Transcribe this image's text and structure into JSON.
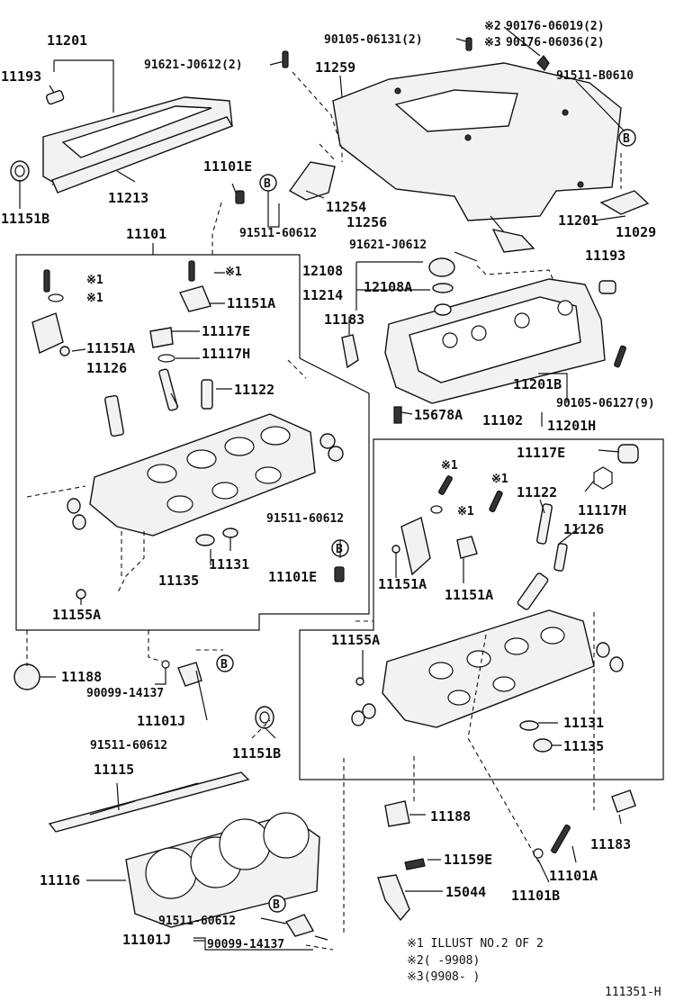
{
  "labels": {
    "p11201_top": "11201",
    "p11193_top": "11193",
    "p11151B_top": "11151B",
    "p11213": "11213",
    "p91621_J0612_2": "91621-J0612(2)",
    "p90105_06131_2": "90105-06131(2)",
    "p90176_06019": "90176-06019(2)",
    "p90176_06036": "90176-06036(2)",
    "p11259": "11259",
    "p91511_B0610": "91511-B0610",
    "p11101E_top": "11101E",
    "p11254": "11254",
    "p11256": "11256",
    "p91511_60612_a": "91511-60612",
    "p11029": "11029",
    "p11101": "11101",
    "p91621_J0612": "91621-J0612",
    "p11201_right": "11201",
    "p11193_right": "11193",
    "p12108": "12108",
    "p12108A": "12108A",
    "p11214": "11214",
    "p11151A_1": "11151A",
    "p11117E_1": "11117E",
    "p11151A_2": "11151A",
    "p11117H_1": "11117H",
    "p11126_1": "11126",
    "p11122_1": "11122",
    "p11183_top": "11183",
    "p11201B": "11201B",
    "p90105_06127": "90105-06127(9)",
    "p11201H": "11201H",
    "p15678A": "15678A",
    "p11102": "11102",
    "p11117E_2": "11117E",
    "p11122_2": "11122",
    "p11117H_2": "11117H",
    "p11126_2": "11126",
    "p91511_60612_b": "91511-60612",
    "p11101E_mid": "11101E",
    "p11135_1": "11135",
    "p11131_1": "11131",
    "p11151A_3": "11151A",
    "p11151A_4": "11151A",
    "p11155A_1": "11155A",
    "p11155A_2": "11155A",
    "p11188_1": "11188",
    "p90099_14137_1": "90099-14137",
    "p11101J_1": "11101J",
    "p91511_60612_c": "91511-60612",
    "p11151B_bottom": "11151B",
    "p11131_2": "11131",
    "p11135_2": "11135",
    "p11115": "11115",
    "p11188_2": "11188",
    "p11183_bottom": "11183",
    "p11116": "11116",
    "p11159E": "11159E",
    "p11101A": "11101A",
    "p15044": "15044",
    "p11101B": "11101B",
    "p91511_60612_d": "91511-60612",
    "p11101J_2": "11101J",
    "p90099_14137_2": "90099-14137"
  },
  "markers": {
    "ref1": "※1",
    "ref2": "※2",
    "ref3": "※3",
    "callout_b": "B"
  },
  "notes": {
    "n1": "※1 ILLUST NO.2 OF 2",
    "n2": "※2(    -9908)",
    "n3": "※3(9908-    )"
  },
  "diagram_id": "111351-H"
}
